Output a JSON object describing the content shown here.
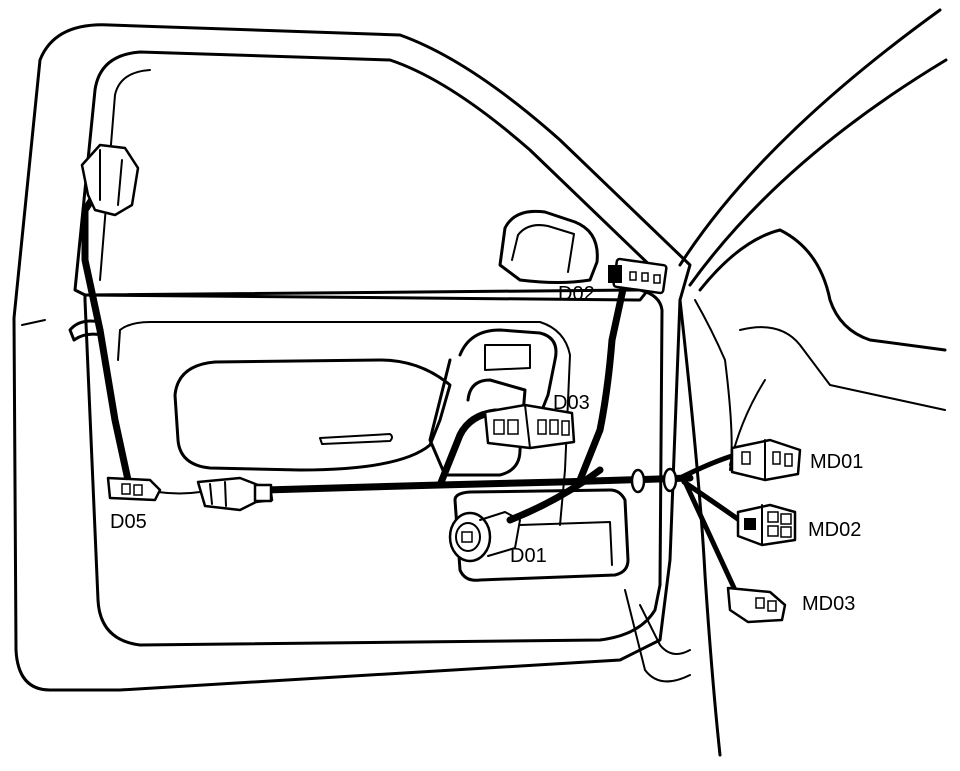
{
  "diagram": {
    "connectors": {
      "d02": "D02",
      "d03": "D03",
      "d05": "D05",
      "d01": "D01",
      "md01": "MD01",
      "md02": "MD02",
      "md03": "MD03"
    }
  }
}
